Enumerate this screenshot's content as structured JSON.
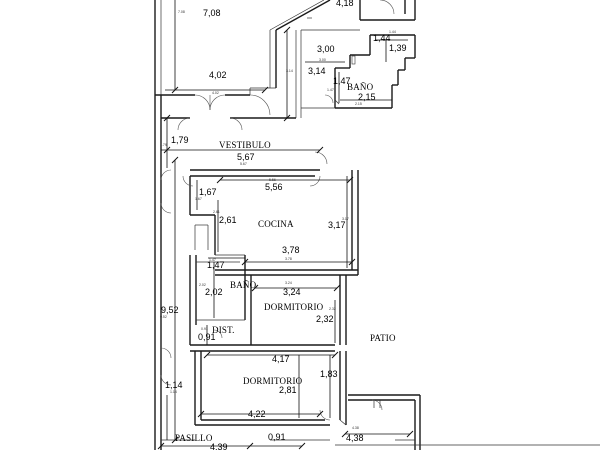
{
  "rooms": {
    "vestibulo": "VESTIBULO",
    "cocina": "COCINA",
    "bano_top": "BAÑO",
    "bano_mid": "BAÑO",
    "dormitorio_1": "DORMITORIO",
    "dormitorio_2": "DORMITORIO",
    "dist": "DIST.",
    "patio": "PATIO",
    "pasillo": "PASILLO"
  },
  "dims": {
    "d_708": "7,08",
    "d_418": "4,18",
    "d_300": "3,00",
    "d_144": "1,44",
    "d_139": "1,39",
    "d_402": "4,02",
    "d_314": "3,14",
    "d_147a": "1,47",
    "d_215": "2,15",
    "d_179": "1,79",
    "d_567": "5,67",
    "d_167": "1,67",
    "d_556": "5,56",
    "d_261": "2,61",
    "d_317": "3,17",
    "d_378": "3,78",
    "d_147b": "1,47",
    "d_202": "2,02",
    "d_324": "3,24",
    "d_952": "9,52",
    "d_232": "2,32",
    "d_091a": "0,91",
    "d_417": "4,17",
    "d_183": "1,83",
    "d_281": "2,81",
    "d_114": "1,14",
    "d_422": "4,22",
    "d_439": "4,39",
    "d_091b": "0,91",
    "d_438": "4,38"
  },
  "small_dims": {
    "s_708": "7.08",
    "s_402": "4.02",
    "s_314": "3.14",
    "s_300": "3.00",
    "s_144": "1.44",
    "s_147a": "1.47",
    "s_215": "2.15",
    "s_179": "1.79",
    "s_567": "5.67",
    "s_167": "1.67",
    "s_556": "5.56",
    "s_261": "2.61",
    "s_317": "3.17",
    "s_378": "3.78",
    "s_147b": "1.47",
    "s_202": "2.02",
    "s_324": "3.24",
    "s_952": "9.52",
    "s_232": "2.32",
    "s_091": "0.91",
    "s_114": "1.14",
    "s_438": "4.38"
  }
}
